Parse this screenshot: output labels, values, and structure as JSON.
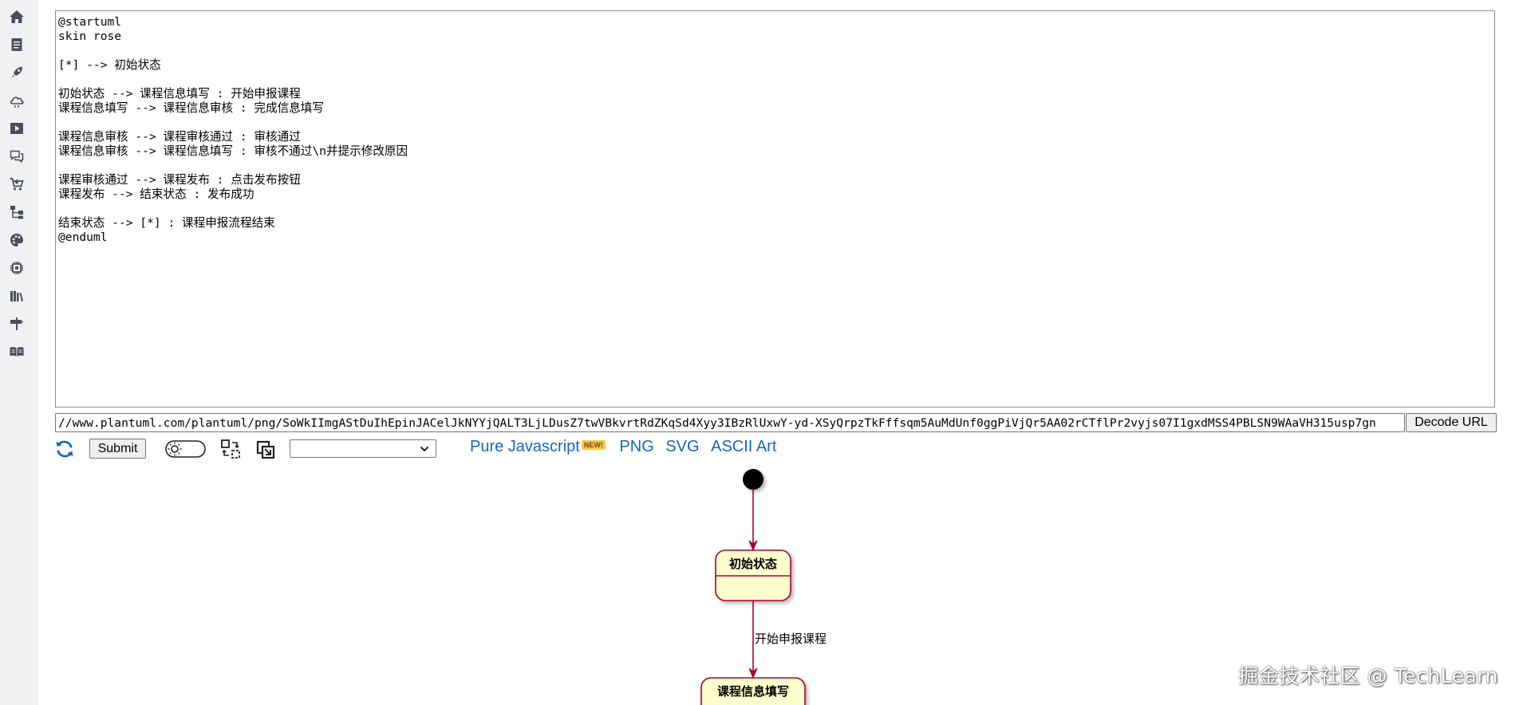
{
  "sidebar": {
    "items": [
      {
        "name": "home-icon"
      },
      {
        "name": "document-icon"
      },
      {
        "name": "rocket-icon"
      },
      {
        "name": "cloud-icon"
      },
      {
        "name": "play-icon"
      },
      {
        "name": "chat-icon"
      },
      {
        "name": "cart-icon"
      },
      {
        "name": "sitemap-icon"
      },
      {
        "name": "palette-icon"
      },
      {
        "name": "chip-icon"
      },
      {
        "name": "library-icon"
      },
      {
        "name": "signpost-icon"
      },
      {
        "name": "book-icon"
      }
    ]
  },
  "editor": {
    "source": "@startuml\nskin rose\n\n[*] --> 初始状态\n\n初始状态 --> 课程信息填写 : 开始申报课程\n课程信息填写 --> 课程信息审核 : 完成信息填写\n\n课程信息审核 --> 课程审核通过 : 审核通过\n课程信息审核 --> 课程信息填写 : 审核不通过\\n并提示修改原因\n\n课程审核通过 --> 课程发布 : 点击发布按钮\n课程发布 --> 结束状态 : 发布成功\n\n结束状态 --> [*] : 课程申报流程结束\n@enduml"
  },
  "url_bar": {
    "value": "//www.plantuml.com/plantuml/png/SoWkIImgAStDuIhEpinJACelJkNYYjQALT3LjLDusZ7twVBkvrtRdZKqSd4Xyy3IBzRlUxwY-yd-XSyQrpzTkFffsqm5AuMdUnf0ggPiVjQr5AA02rCTflPr2vyjs07I1gxdMSS4PBLSN9WAaVH315usp7gn",
    "decode_label": "Decode URL"
  },
  "toolbar": {
    "submit_label": "Submit",
    "select_value": "",
    "links": [
      {
        "label": "Pure Javascript",
        "badge": "NEW!"
      },
      {
        "label": "PNG"
      },
      {
        "label": "SVG"
      },
      {
        "label": "ASCII Art"
      }
    ]
  },
  "diagram": {
    "states": [
      "初始状态",
      "课程信息填写"
    ],
    "edges": [
      {
        "label": "开始申报课程"
      }
    ]
  },
  "colors": {
    "state_fill": "#fefece",
    "state_border": "#a80036",
    "arrow": "#a80036",
    "link": "#1565c0"
  },
  "watermark": "掘金技术社区 @ TechLearn"
}
